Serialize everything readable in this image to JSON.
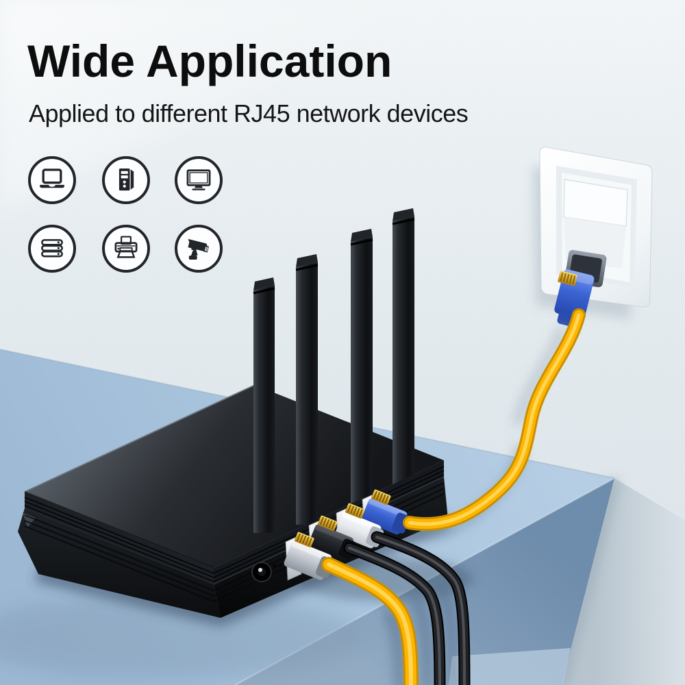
{
  "header": {
    "title": "Wide Application",
    "subtitle": "Applied to different RJ45 network devices"
  },
  "device_icons": [
    {
      "name": "laptop-icon"
    },
    {
      "name": "desktop-tower-icon"
    },
    {
      "name": "tv-monitor-icon"
    },
    {
      "name": "network-switch-icon"
    },
    {
      "name": "printer-icon"
    },
    {
      "name": "cctv-camera-icon"
    }
  ],
  "scene": {
    "router": "black-wifi-router-with-4-antennas",
    "wall_outlet": "white-rj45-wall-outlet",
    "connectors": [
      "gray-rj45-plug",
      "black-rj45-plug",
      "white-rj45-plug",
      "blue-rj45-plug",
      "blue-rj45-plug-at-outlet"
    ],
    "cables": [
      "yellow-ethernet-cable-to-outlet",
      "yellow-ethernet-cable-hanging",
      "black-ethernet-cable-hanging",
      "black-ethernet-cable-hanging"
    ]
  },
  "colors": {
    "wall": "#e3eaee",
    "wall_highlight": "#f4f7f8",
    "tabletop": "#a8c4dd",
    "table_front": "#7e9ab7",
    "wall_shadow": "#b9c6d0",
    "router_top": "#2a2d32",
    "router_body": "#141619",
    "antenna": "#1c1f24",
    "cable_yellow": "#ffb502",
    "cable_yellow_highlight": "#ffd95e",
    "cable_black": "#1d1f23",
    "connector_gray": "#c3c9cf",
    "connector_black": "#22252a",
    "connector_white": "#e8ebee",
    "connector_blue": "#3c64d4",
    "gold_contacts": "#d9a62c",
    "outlet_white": "#f4f7f9",
    "title_color": "#0d0d0d",
    "subtitle_color": "#161616",
    "icon_stroke": "#22262b",
    "icon_fill": "#fdfeff"
  }
}
